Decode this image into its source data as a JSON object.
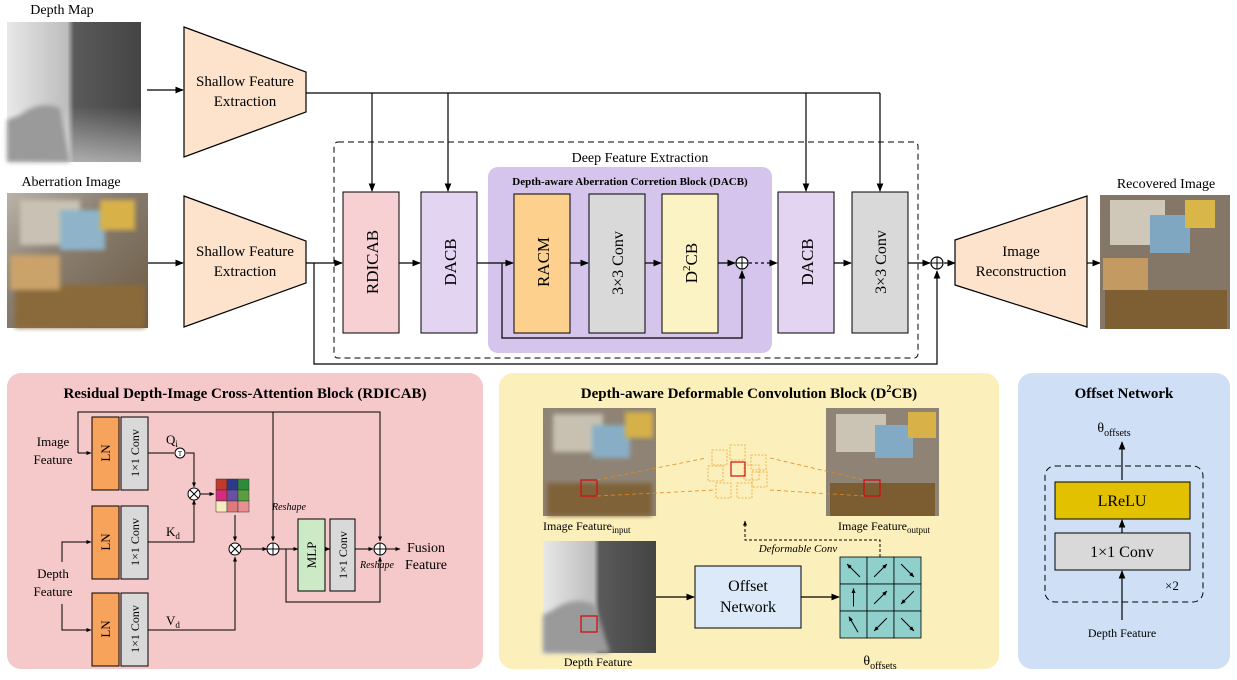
{
  "top": {
    "depth_map_label": "Depth Map",
    "aberration_image_label": "Aberration Image",
    "shallow_feature_extraction": [
      "Shallow Feature",
      "Extraction"
    ],
    "deep_feature_extraction_label": "Deep Feature Extraction",
    "dacb_title": "Depth-aware Aberration Corretion Block (DACB)",
    "blocks": {
      "rdicab": "RDICAB",
      "dacb": "DACB",
      "racm": "RACM",
      "conv3x3": "3×3 Conv",
      "d2cb_main": "D",
      "d2cb_sup": "2",
      "d2cb_rest": "CB"
    },
    "image_reconstruction": [
      "Image",
      "Reconstruction"
    ],
    "recovered_image_label": "Recovered Image"
  },
  "rdicab_panel": {
    "title": "Residual Depth-Image Cross-Attention Block (RDICAB)",
    "image_feature": [
      "Image",
      "Feature"
    ],
    "depth_feature": [
      "Depth",
      "Feature"
    ],
    "ln": "LN",
    "conv1x1": "1×1 Conv",
    "q": "Q",
    "q_sub": "i",
    "k": "K",
    "k_sub": "d",
    "v": "V",
    "v_sub": "d",
    "transpose": "T",
    "mlp": "MLP",
    "reshape": "Reshape",
    "fusion_feature": [
      "Fusion",
      "Feature"
    ],
    "attention_colors": [
      "#c0392b",
      "#2d3a8c",
      "#2e8b3a",
      "#d62d7a",
      "#6a4fa3",
      "#5a9e3e",
      "#f5ecc0",
      "#e07a7a",
      "#e89090"
    ]
  },
  "d2cb_panel": {
    "title_main": "Depth-aware Deformable Convolution Block (D",
    "title_sup": "2",
    "title_end": "CB)",
    "image_feature_input": "Image Feature",
    "input_sub": "input",
    "image_feature_output": "Image Feature",
    "output_sub": "output",
    "deformable_conv": "Deformable Conv",
    "depth_feature": "Depth Feature",
    "offset_network": [
      "Offset",
      "Network"
    ],
    "theta": "θ",
    "theta_sub": "offsets",
    "arrow_angles": [
      135,
      45,
      315,
      90,
      45,
      225,
      120,
      225,
      315
    ]
  },
  "offset_panel": {
    "title": "Offset Network",
    "theta": "θ",
    "theta_sub": "offsets",
    "lrelu": "LReLU",
    "conv": "1×1 Conv",
    "repeat": "×2",
    "depth_feature": "Depth Feature"
  },
  "colors": {
    "peach": "#fde3cb",
    "pink": "#f6d0d3",
    "lavender": "#e3d4f1",
    "dacb_bg": "#d5c5ed",
    "orange": "#fdd18d",
    "gray": "#d9d9d9",
    "cream": "#fbf3c3",
    "ln_orange": "#f7a35c",
    "mlp_green": "#cdeac6",
    "rdicab_bg": "#f5c8c9",
    "d2cb_bg": "#fbefbb",
    "offset_bg": "#cfe0f6",
    "offset_box": "#dbe9f8",
    "teal": "#8fcfcc",
    "gold": "#e2c200"
  }
}
